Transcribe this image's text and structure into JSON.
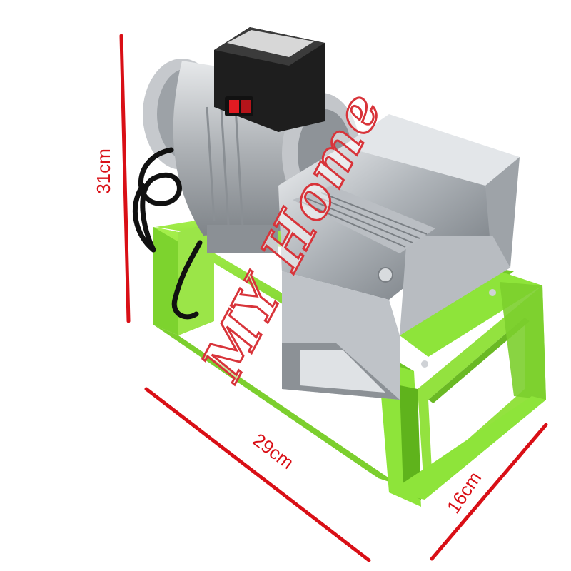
{
  "photo": {
    "subject": "electric-grinder-machine",
    "colors": {
      "frame": "#8ee43a",
      "frame_shadow": "#5fb31c",
      "steel": "#c9ccd0",
      "steel_dark": "#7d8288",
      "motor_silver": "#b9bcc0",
      "switchbox": "#222222",
      "switch_red": "#e21b22",
      "dimension_red": "#d90f16"
    }
  },
  "dimensions": {
    "height_label": "31cm",
    "length_label": "29cm",
    "depth_label": "16cm"
  },
  "watermark": {
    "text": "MY Home"
  }
}
